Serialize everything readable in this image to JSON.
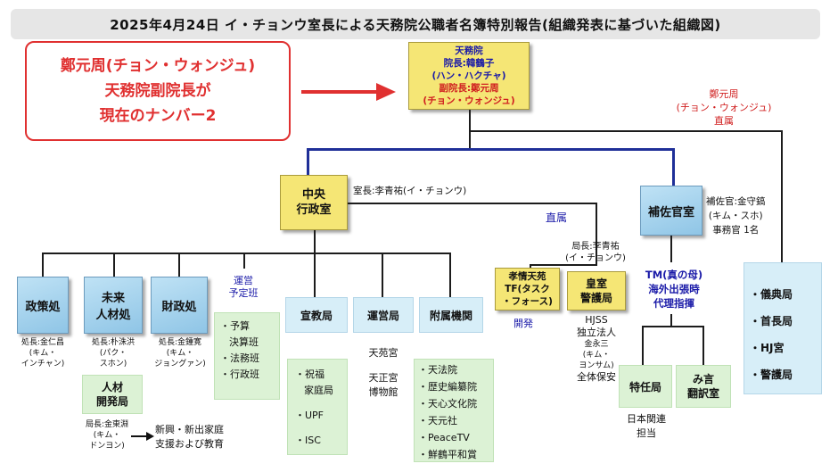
{
  "title": "2025年4月24日 イ・チョンウ室長による天務院公職者名簿特別報告(組織発表に基づいた組織図)",
  "callout": {
    "lines": [
      "鄭元周(チョン・ウォンジュ)",
      "天務院副院長が",
      "現在のナンバー2"
    ],
    "color": "#e03030"
  },
  "top_node": {
    "line1": "天務院",
    "line2": "院長:韓鶴子",
    "line3": "(ハン・ハクチャ)",
    "line4": "副院長:鄭元周",
    "line5": "(チョン・ウォンジュ)"
  },
  "right_note": {
    "line1": "鄭元周",
    "line2": "(チョン・ウォンジュ)",
    "line3": "直属"
  },
  "central": {
    "label_line1": "中央",
    "label_line2": "行政室",
    "head": "室長:李青祐(イ・チョンウ)"
  },
  "direct_label": "直属",
  "assistant": {
    "label": "補佐官室",
    "line1": "補佐官:金守鎬",
    "line2": "(キム・スホ)",
    "line3": "事務官 1名"
  },
  "right_list": {
    "items": [
      "・儀典局",
      "・首長局",
      "・HJ宮",
      "・警護局"
    ]
  },
  "departments": {
    "policy": {
      "label": "政策処",
      "head_line1": "処長:金仁昌",
      "head_line2": "(キム・",
      "head_line3": "インチャン)"
    },
    "future": {
      "label_line1": "未来",
      "label_line2": "人材処",
      "head_line1": "処長:朴洙洪",
      "head_line2": "(パク・",
      "head_line3": "スホン)"
    },
    "finance": {
      "label": "財政処",
      "head_line1": "処長:金鍾寛",
      "head_line2": "(キム・",
      "head_line3": "ジョングァン)"
    },
    "hr_dev": {
      "label_line1": "人材",
      "label_line2": "開発局",
      "head_line1": "局長:金東淵",
      "head_line2": "(キム・",
      "head_line3": "ドンヨン)",
      "arrow_line1": "新興・新出家庭",
      "arrow_line2": "支援および教育"
    }
  },
  "unei_yotei": {
    "title_line1": "運営",
    "title_line2": "予定班",
    "items": [
      "・予算",
      "決算班",
      "・法務班",
      "・行政班"
    ]
  },
  "senkyo": {
    "label": "宣教局",
    "items": [
      "・祝福",
      "家庭局",
      "・UPF",
      "・ISC"
    ]
  },
  "unei": {
    "label": "運営局",
    "items": [
      "天苑宮",
      "天正宮",
      "博物館"
    ]
  },
  "fuzoku": {
    "label": "附属機関",
    "items": [
      "・天法院",
      "・歴史編纂院",
      "・天心文化院",
      "・天元社",
      "・PeaceTV",
      "・鮮鶴平和賞"
    ]
  },
  "kojo": {
    "label_line1": "孝情天苑",
    "label_line2": "TF(タスク",
    "label_line3": "・フォース)",
    "sub": "開発"
  },
  "koshitsu": {
    "label_line1": "皇室",
    "label_line2": "警護局",
    "head_line1": "局長:李青祐",
    "head_line2": "(イ・チョンウ)",
    "sub_line1": "HJSS",
    "sub_line2": "独立法人",
    "sub_line3": "金永三",
    "sub_line4": "(キム・",
    "sub_line5": "ヨンサム)",
    "sub_line6": "全体保安"
  },
  "tm_note": {
    "line1": "TM(真の母)",
    "line2": "海外出張時",
    "line3": "代理指揮"
  },
  "tokunin": {
    "label": "特任局",
    "sub_line1": "日本関連",
    "sub_line2": "担当"
  },
  "migoto": {
    "label_line1": "み言",
    "label_line2": "翻訳室"
  }
}
